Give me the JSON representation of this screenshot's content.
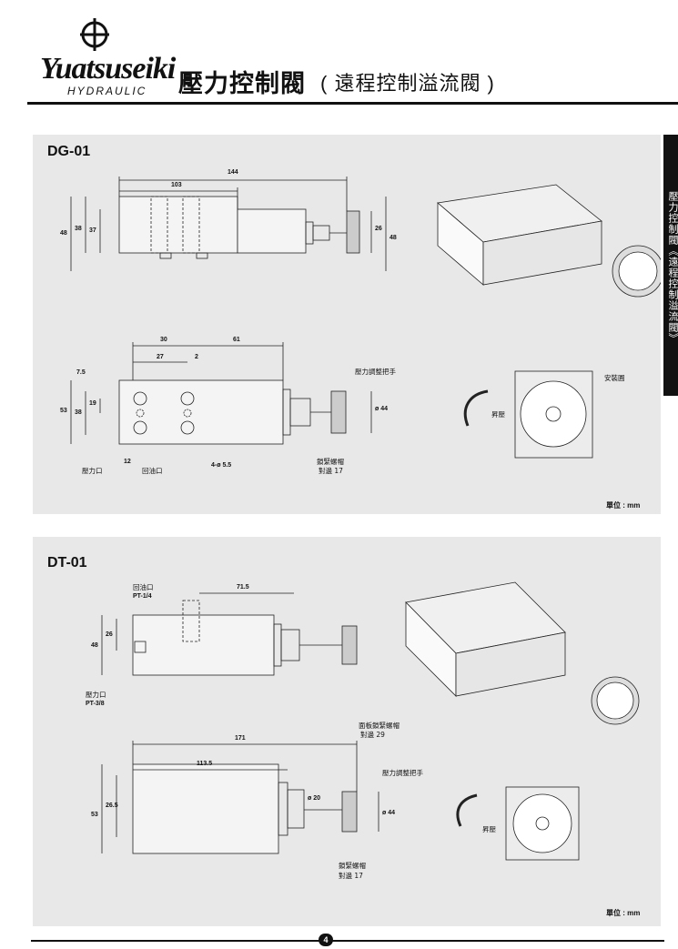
{
  "header": {
    "brand": "Yuatsuseiki",
    "brand_sub": "HYDRAULIC",
    "title": "壓力控制閥",
    "subtitle": "( 遠程控制溢流閥 )"
  },
  "side_tab": "壓力控制閥《遠程控制溢流閥》",
  "dg01": {
    "model": "DG-01",
    "dims": {
      "d144": "144",
      "d103": "103",
      "d48a": "48",
      "d38a": "38",
      "d37": "37",
      "d26": "26",
      "d48b": "48",
      "d30": "30",
      "d61": "61",
      "d27": "27",
      "d2": "2",
      "d75": "7.5",
      "d19": "19",
      "d53": "53",
      "d38b": "38",
      "d12": "12",
      "d44": "ø 44",
      "d55": "4-ø 5.5"
    },
    "labels": {
      "pressure_knob": "壓力調整把手",
      "mounting_ring": "安裝圓",
      "raise": "昇壓",
      "pressure_port": "壓力口",
      "return_port": "回油口",
      "lock_nut": "鎖緊螺帽",
      "across": "對邊 17"
    },
    "unit": "單位 : mm"
  },
  "dt01": {
    "model": "DT-01",
    "dims": {
      "d715": "71.5",
      "d48": "48",
      "d26": "26",
      "d171": "171",
      "d1135": "113.5",
      "d53": "53",
      "d265": "26.5",
      "d20": "ø 20",
      "d44": "ø 44"
    },
    "labels": {
      "return_port": "回油口",
      "return_pt": "PT-1/4",
      "pressure_port": "壓力口",
      "pressure_pt": "PT-3/8",
      "panel_nut": "面板鎖緊螺帽",
      "across29": "對邊 29",
      "pressure_knob": "壓力調整把手",
      "raise": "昇壓",
      "lock_nut": "鎖緊螺帽",
      "across17": "對邊 17"
    },
    "unit": "單位 : mm"
  },
  "footer": {
    "page": "4"
  }
}
